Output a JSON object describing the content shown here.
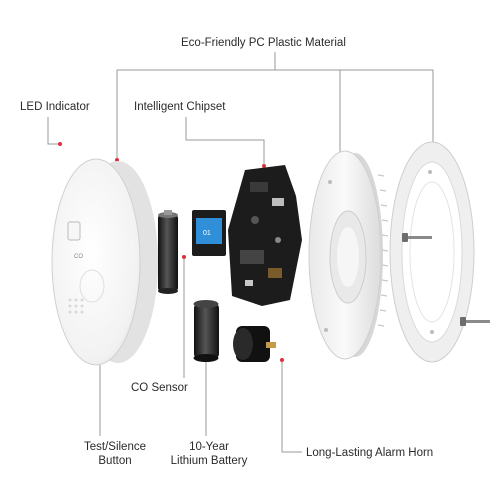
{
  "labels": {
    "material": "Eco-Friendly PC Plastic Material",
    "led": "LED Indicator",
    "chipset": "Intelligent Chipset",
    "co_sensor": "CO Sensor",
    "test_silence_line1": "Test/Silence",
    "test_silence_line2": "Button",
    "battery_line1": "10-Year",
    "battery_line2": "Lithium Battery",
    "alarm_horn": "Long-Lasting Alarm Horn"
  },
  "board": {
    "chip_text": "01"
  },
  "colors": {
    "accent_red": "#e0303a",
    "line_gray": "#9a9a9a",
    "board_dark": "#1c1c1c",
    "chip_blue": "#2f8fd8",
    "housing_white": "#f4f4f4"
  }
}
